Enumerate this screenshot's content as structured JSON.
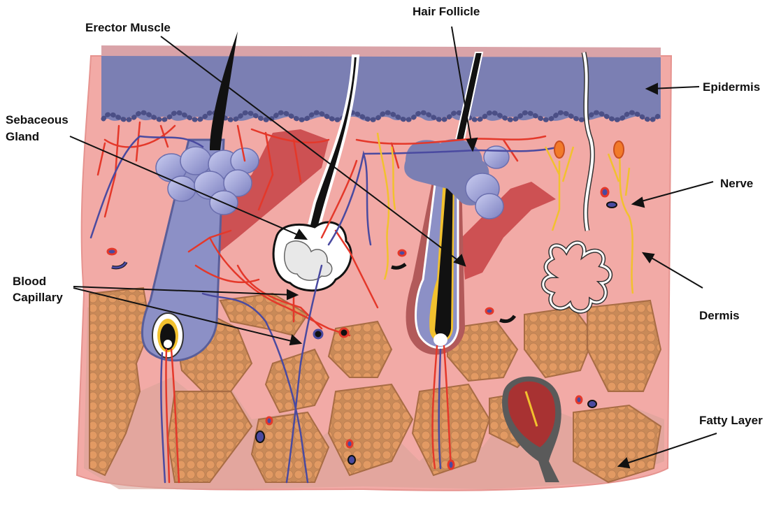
{
  "labels": {
    "erector_muscle": "Erector Muscle",
    "hair_follicle": "Hair Follicle",
    "epidermis": "Epidermis",
    "sebaceous_gland_line1": "Sebaceous",
    "sebaceous_gland_line2": "Gland",
    "nerve": "Nerve",
    "blood_capillary_line1": "Blood",
    "blood_capillary_line2": "Capillary",
    "dermis": "Dermis",
    "fatty_layer": "Fatty Layer"
  },
  "colors": {
    "epidermis": "#7b7fb3",
    "epidermis_top": "#d9a3a8",
    "dermis": "#f2aaa6",
    "fat": "#d9955f",
    "fat_shadow": "#b97c50",
    "artery": "#e4382a",
    "vein": "#4a4aa0",
    "nerve": "#f2c12e",
    "muscle": "#cc4a4a",
    "gland": "#9da3d6",
    "hair": "#111111",
    "callout_line": "#111111"
  }
}
